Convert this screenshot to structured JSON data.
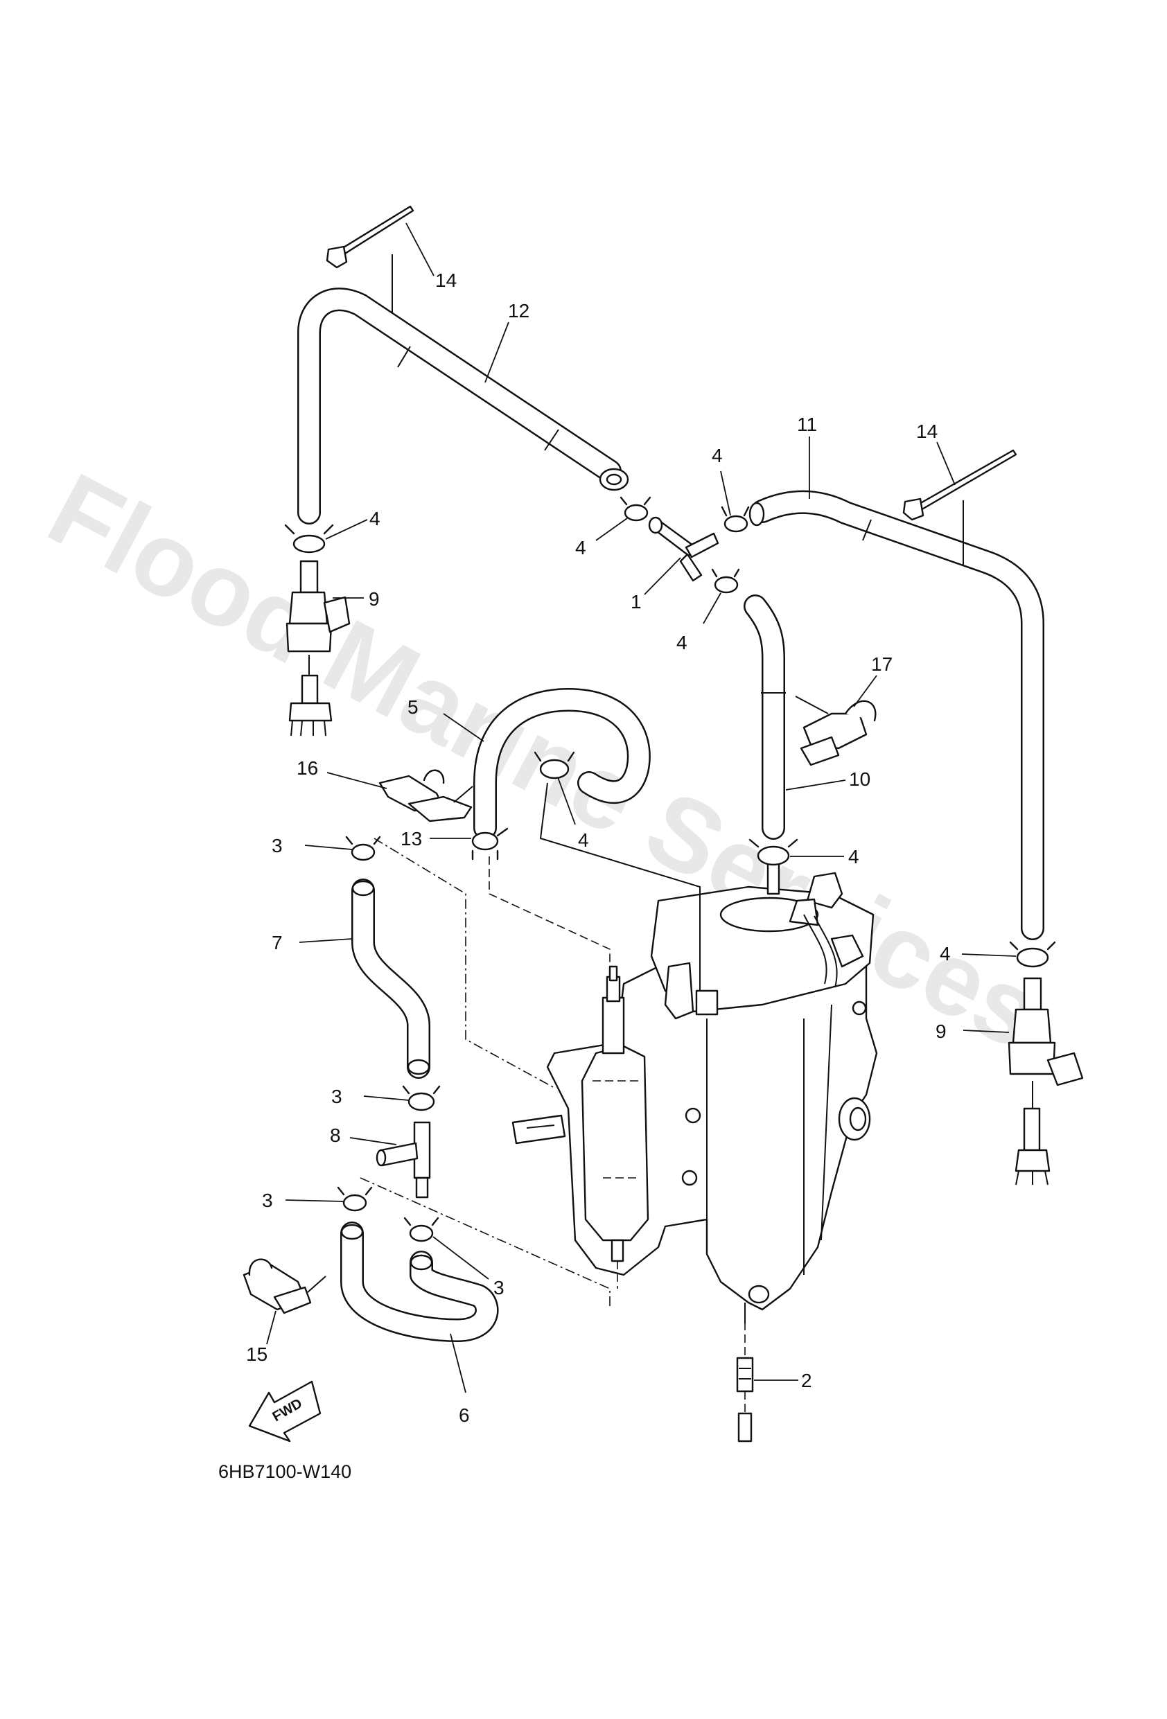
{
  "diagram": {
    "part_code": "6HB7100-W140",
    "watermark": "Flood Marine Services",
    "fwd_label": "FWD",
    "callouts": {
      "c1": "1",
      "c2": "2",
      "c3a": "3",
      "c3b": "3",
      "c3c": "3",
      "c3d": "3",
      "c4a": "4",
      "c4b": "4",
      "c4c": "4",
      "c4d": "4",
      "c4e": "4",
      "c4f": "4",
      "c4g": "4",
      "c5": "5",
      "c6": "6",
      "c7": "7",
      "c8": "8",
      "c9a": "9",
      "c9b": "9",
      "c10": "10",
      "c11": "11",
      "c12": "12",
      "c13": "13",
      "c14a": "14",
      "c14b": "14",
      "c15": "15",
      "c16": "16",
      "c17": "17"
    }
  }
}
